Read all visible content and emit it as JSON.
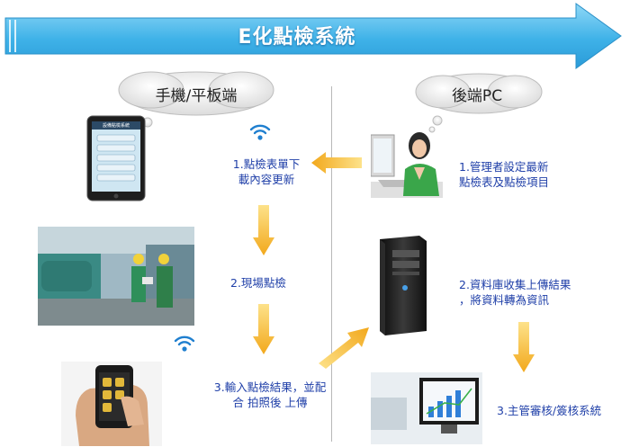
{
  "banner": {
    "title": "E化點檢系統",
    "color": "#39b0e6"
  },
  "left_cloud": {
    "label": "手機/平板端"
  },
  "right_cloud": {
    "label": "後端PC"
  },
  "tablet": {
    "screen_title": "設備點檢系統"
  },
  "steps": {
    "s1": [
      "1.點檢表單下",
      "載內容更新"
    ],
    "s2": [
      "2.現場點檢"
    ],
    "s3": [
      "3.輸入點檢結果，並配",
      "合 拍照後 上傳"
    ],
    "r1": [
      "1.管理者設定最新",
      "點檢表及點檢項目"
    ],
    "r2": [
      "2.資料庫收集上傳結果",
      "，將資料轉為資訊"
    ],
    "r3": [
      "3.主管審核/簽核系統"
    ]
  },
  "colors": {
    "step_text": "#1f3fa8",
    "arrow": "#f5b82a"
  }
}
